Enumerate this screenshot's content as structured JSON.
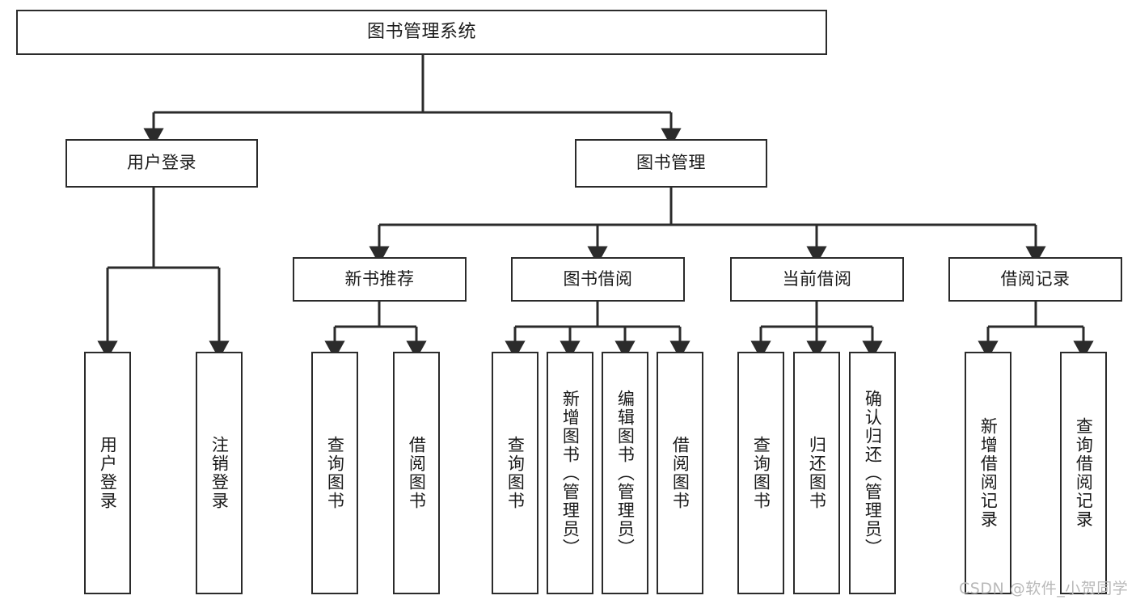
{
  "diagram": {
    "title": "图书管理系统",
    "type": "tree-hierarchy-diagram",
    "colors": {
      "box_border": "#2b2b2b",
      "box_fill": "#ffffff",
      "connector": "#2b2b2b",
      "text": "#1a1a1a",
      "watermark": "#b9b9b9",
      "background": "#ffffff"
    },
    "nodes": {
      "root": {
        "label": "图书管理系统"
      },
      "level2": [
        {
          "id": "user-login",
          "label": "用户登录"
        },
        {
          "id": "book-manage",
          "label": "图书管理"
        }
      ],
      "level3": [
        {
          "id": "new-book-recommend",
          "label": "新书推荐"
        },
        {
          "id": "book-borrow",
          "label": "图书借阅"
        },
        {
          "id": "current-borrow",
          "label": "当前借阅"
        },
        {
          "id": "borrow-record",
          "label": "借阅记录"
        }
      ],
      "leaves": {
        "user_login": [
          {
            "id": "leaf-user-login",
            "label": "用户登录"
          },
          {
            "id": "leaf-logout-login",
            "label": "注销登录"
          }
        ],
        "new_book_recommend": [
          {
            "id": "leaf-query-book-1",
            "label": "查询图书"
          },
          {
            "id": "leaf-borrow-book-1",
            "label": "借阅图书"
          }
        ],
        "book_borrow": [
          {
            "id": "leaf-query-book-2",
            "label": "查询图书"
          },
          {
            "id": "leaf-add-book-admin",
            "label": "新增图书（管理员）"
          },
          {
            "id": "leaf-edit-book-admin",
            "label": "编辑图书（管理员）"
          },
          {
            "id": "leaf-borrow-book-2",
            "label": "借阅图书"
          }
        ],
        "current_borrow": [
          {
            "id": "leaf-query-book-3",
            "label": "查询图书"
          },
          {
            "id": "leaf-return-book",
            "label": "归还图书"
          },
          {
            "id": "leaf-confirm-return-admin",
            "label": "确认归还（管理员）"
          }
        ],
        "borrow_record": [
          {
            "id": "leaf-add-borrow-record",
            "label": "新增借阅记录"
          },
          {
            "id": "leaf-query-borrow-record",
            "label": "查询借阅记录"
          }
        ]
      }
    },
    "watermark": "CSDN @软件_小贺同学"
  }
}
